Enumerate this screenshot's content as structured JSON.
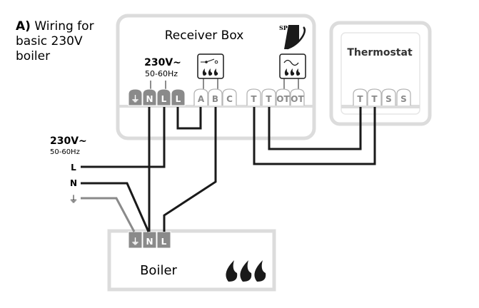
{
  "caption": {
    "letter": "A)",
    "lines": [
      "Wiring for",
      "basic 230V",
      "boiler"
    ]
  },
  "receiver": {
    "title": "Receiver Box",
    "logo_text": "SP",
    "voltage": "230V~",
    "frequency": "50-60Hz",
    "power_terminals": [
      "⏚",
      "N",
      "L",
      "L"
    ],
    "relay_terminals": [
      "A",
      "B",
      "C"
    ],
    "thermostat_terminals": [
      "T",
      "T",
      "OT",
      "OT"
    ],
    "relay_icon": "switch-flames-icon",
    "opentherm_icon": "wave-flames-icon"
  },
  "thermostat": {
    "title": "Thermostat",
    "terminals": [
      "T",
      "T",
      "S",
      "S"
    ]
  },
  "supply": {
    "voltage": "230V~",
    "frequency": "50-60Hz",
    "lines": [
      "L",
      "N",
      "⏚"
    ]
  },
  "boiler": {
    "title": "Boiler",
    "terminals": [
      "⏚",
      "N",
      "L"
    ],
    "icon": "flames-icon"
  },
  "colors": {
    "wire": "#1a1a1a",
    "earth_wire": "#8a8a8a",
    "box_border": "#dcdcdc",
    "power_terminal": "#8a8a8a"
  }
}
